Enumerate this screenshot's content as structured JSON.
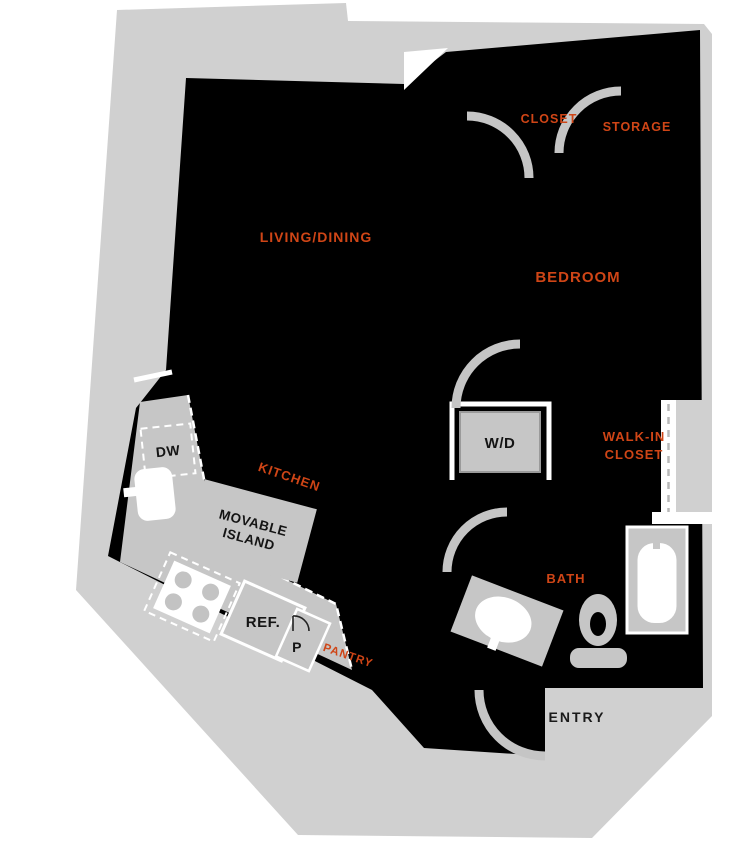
{
  "title": "Apartment floor plan",
  "colors": {
    "slab_gray": "#d0d0d0",
    "floor_black": "#000000",
    "fixture_gray": "#c6c6c6",
    "accent_orange": "#cf4516",
    "label_dark": "#141414",
    "white": "#ffffff"
  },
  "rooms": {
    "living_dining": "LIVING/DINING",
    "bedroom": "BEDROOM",
    "kitchen": "KITCHEN",
    "bath": "BATH",
    "entry": "ENTRY",
    "closet": "CLOSET",
    "storage": "STORAGE",
    "walk_in_closet_line1": "WALK-IN",
    "walk_in_closet_line2": "CLOSET",
    "pantry": "PANTRY"
  },
  "fixtures": {
    "washer_dryer": "W/D",
    "dishwasher": "DW",
    "refrigerator": "REF.",
    "pantry_abbrev": "P",
    "island_line1": "MOVABLE",
    "island_line2": "ISLAND"
  }
}
